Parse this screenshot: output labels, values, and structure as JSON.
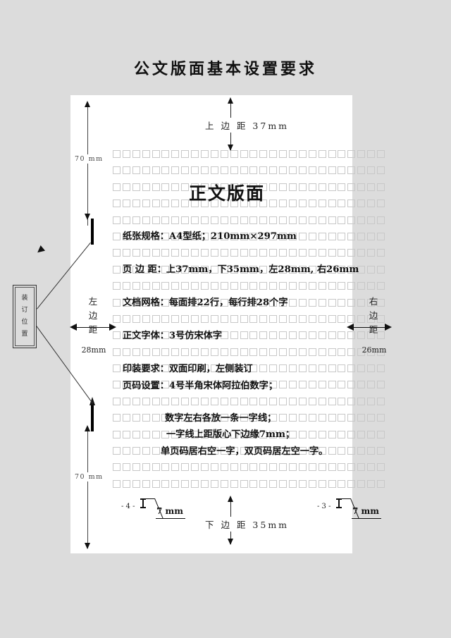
{
  "title": "公文版面基本设置要求",
  "paper": {
    "heading": "正文版面",
    "lines": [
      "纸张规格：A4型纸；210mm×297mm",
      "页 边 距：上37mm，下35mm，左28mm, 右26mm",
      "文档网格：每面排22行，每行排28个字",
      "正文字体：3号仿宋体字",
      "印装要求：双面印刷，左侧装订",
      "页码设置：4号半角宋体阿拉伯数字；",
      "数字左右各放一条一字线；",
      "一字线上距版心下边缘7mm；",
      "单页码居右空一字，双页码居左空一字。"
    ]
  },
  "annotations": {
    "top_margin": "上 边 距 37mm",
    "bottom_margin": "下 边 距 35mm",
    "left_margin_label": "左边距",
    "left_margin_value": "28mm",
    "right_margin_label": "右边距",
    "right_margin_value": "26mm",
    "staple_top": "70 mm",
    "staple_bottom": "70 mm",
    "binding_box": "装订位置",
    "page_number_even": "- 4 -",
    "page_number_odd": "- 3 -",
    "footer_gap_left": "7 mm",
    "footer_gap_right": "7 mm"
  },
  "grid": {
    "rows": 21,
    "cols": 28
  },
  "colors": {
    "background": "#dcdcdc",
    "paper": "#ffffff",
    "grid_cell": "#c8c8c8",
    "ink": "#111111"
  }
}
